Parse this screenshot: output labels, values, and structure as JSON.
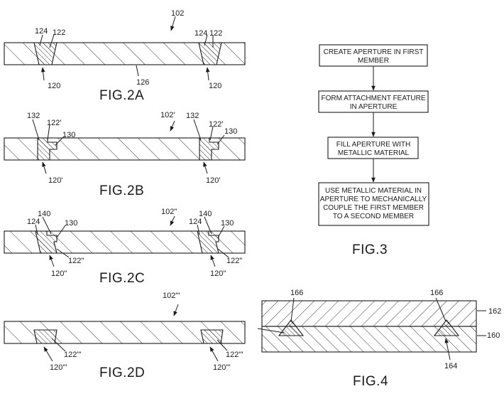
{
  "fig2a": {
    "title": "FIG.2A",
    "ref_member": "102",
    "ref_aperture_left": "120",
    "ref_aperture_right": "120",
    "ref_wall_left": "124",
    "ref_fill_left": "122",
    "ref_wall_right": "124",
    "ref_fill_right": "122",
    "ref_surface": "126"
  },
  "fig2b": {
    "title": "FIG.2B",
    "ref_member": "102'",
    "ref_top_left": "132",
    "ref_fill_left": "122'",
    "ref_feature_left": "130",
    "ref_top_right": "132",
    "ref_fill_right": "122'",
    "ref_feature_right": "130",
    "ref_aperture_left": "120'",
    "ref_aperture_right": "120'"
  },
  "fig2c": {
    "title": "FIG.2C",
    "ref_member": "102\"",
    "ref_top_left": "140",
    "ref_wall_left": "124",
    "ref_feature_left": "130",
    "ref_fill_left": "122\"",
    "ref_top_right": "140",
    "ref_wall_right": "124",
    "ref_feature_right": "130",
    "ref_fill_right": "122\"",
    "ref_aperture_left": "120\"",
    "ref_aperture_right": "120\""
  },
  "fig2d": {
    "title": "FIG.2D",
    "ref_member": "102'''",
    "ref_fill_left": "122'''",
    "ref_aperture_left": "120'''",
    "ref_fill_right": "122'''",
    "ref_aperture_right": "120'''"
  },
  "fig3": {
    "title": "FIG.3",
    "steps": [
      {
        "line1": "CREATE APERTURE IN FIRST",
        "line2": "MEMBER"
      },
      {
        "line1": "FORM ATTACHMENT FEATURE",
        "line2": "IN APERTURE"
      },
      {
        "line1": "FILL APERTURE WITH",
        "line2": "METALLIC MATERIAL"
      },
      {
        "line1": "USE METALLIC MATERIAL IN",
        "line2": "APERTURE TO MECHANICALLY",
        "line3": "COUPLE THE FIRST MEMBER",
        "line4": "TO A SECOND MEMBER"
      }
    ]
  },
  "fig4": {
    "title": "FIG.4",
    "ref_top_member": "162",
    "ref_bottom_member": "160",
    "ref_anchor_left": "166",
    "ref_anchor_right": "166",
    "ref_fill": "164"
  }
}
